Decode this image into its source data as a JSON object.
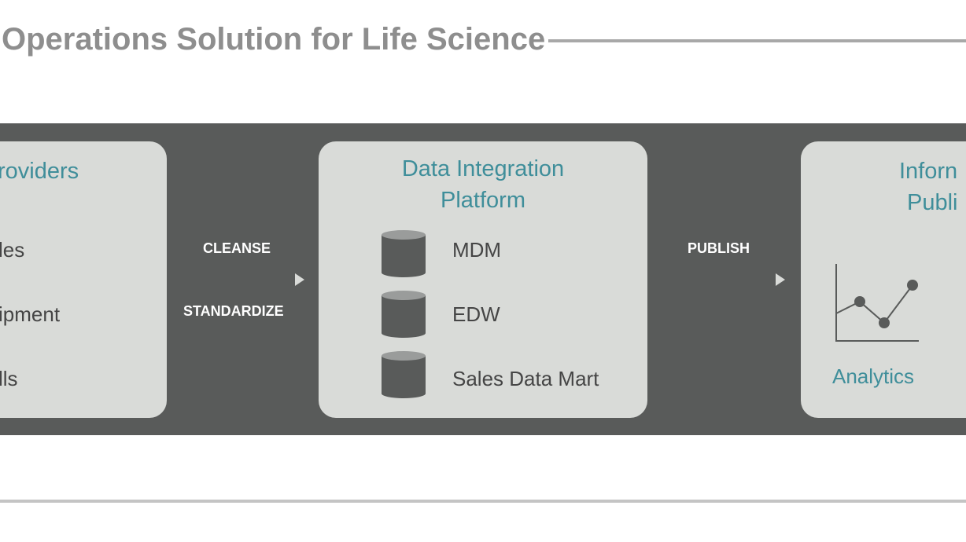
{
  "header": {
    "title": "Operations Solution for Life Science"
  },
  "left_panel": {
    "heading": "roviders",
    "items": [
      "les",
      "ipment",
      "lls"
    ]
  },
  "flow_1": {
    "steps": [
      "CLEANSE",
      "STANDARDIZE"
    ]
  },
  "middle_panel": {
    "heading_line1": "Data Integration",
    "heading_line2": "Platform",
    "items": [
      "MDM",
      "EDW",
      "Sales Data Mart"
    ],
    "item_icon": "database-icon"
  },
  "flow_2": {
    "steps": [
      "PUBLISH"
    ]
  },
  "right_panel": {
    "heading_line1": "Inforn",
    "heading_line2": "Publi",
    "chart_label": "Analytics",
    "chart_icon": "line-chart-icon"
  },
  "colors": {
    "band": "#595b5a",
    "panel": "#d9dbd8",
    "heading": "#3f8e9a",
    "title": "#8e8e8e"
  }
}
